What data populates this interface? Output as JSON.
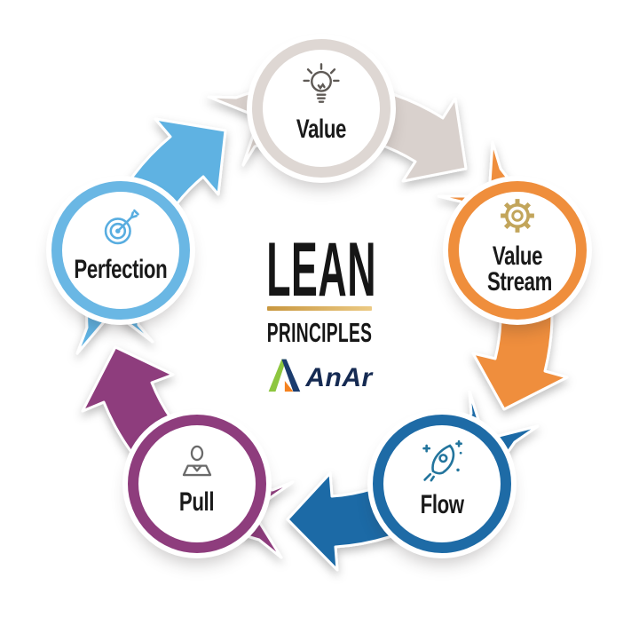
{
  "center": {
    "title": "LEAN",
    "subtitle": "PRINCIPLES",
    "logo_text": "AnAr",
    "underline_color_left": "#c8973f",
    "underline_color_right": "#ecca84",
    "title_color": "#161616",
    "logo_text_color": "#152a52",
    "logo_mark_colors": {
      "left": "#8dc63f",
      "right": "#1b3c6e",
      "accent": "#f5821f"
    }
  },
  "nodes": [
    {
      "label": "Value",
      "icon": "lightbulb-icon",
      "ring_color": "#ded7d3",
      "icon_color": "#5f5a56"
    },
    {
      "label": "Value Stream",
      "icon": "gear-icon",
      "ring_color": "#ef8e3c",
      "icon_color": "#c2a55b"
    },
    {
      "label": "Flow",
      "icon": "rocket-icon",
      "ring_color": "#1e6ba6",
      "icon_color": "#23759d"
    },
    {
      "label": "Pull",
      "icon": "person-icon",
      "ring_color": "#8e3d7d",
      "icon_color": "#6a6a6a"
    },
    {
      "label": "Perfection",
      "icon": "target-icon",
      "ring_color": "#6ab7e4",
      "icon_color": "#58ade0"
    }
  ],
  "arrows": [
    {
      "from": "Value",
      "to": "Value Stream",
      "color": "#d9d1cd"
    },
    {
      "from": "Perfection",
      "to": "Value",
      "color": "#5fb2e2"
    },
    {
      "from": "Pull",
      "to": "Perfection",
      "color": "#8e3d7d"
    },
    {
      "from": "Flow",
      "to": "Pull",
      "color": "#1e6ba6"
    },
    {
      "from": "Value Stream",
      "to": "Flow",
      "color": "#ef8e3c"
    }
  ]
}
